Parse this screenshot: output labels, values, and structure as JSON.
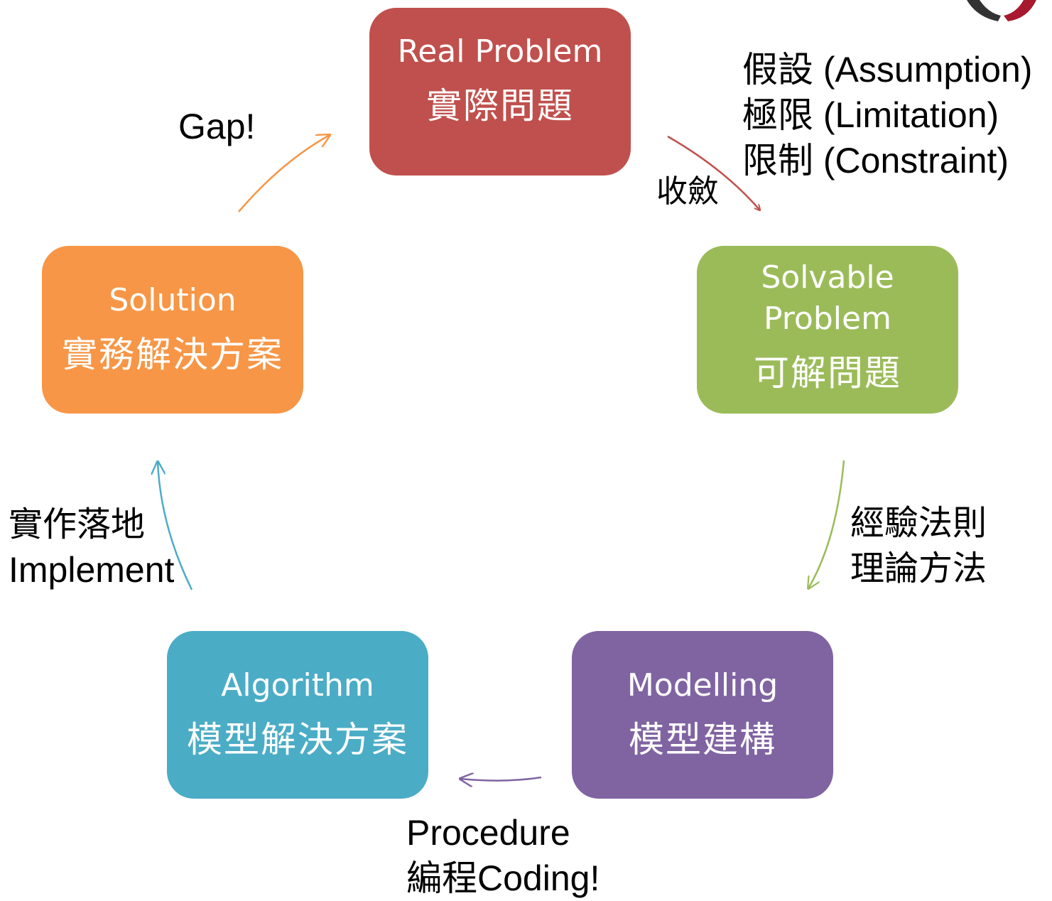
{
  "boxes": {
    "real_problem": {
      "en": "Real Problem",
      "zh": "實際問題",
      "color": "#C0504D"
    },
    "solvable_problem": {
      "en": "Solvable\nProblem",
      "zh": "可解問題",
      "color": "#9BBB59"
    },
    "modelling": {
      "en": "Modelling",
      "zh": "模型建構",
      "color": "#8064A2"
    },
    "algorithm": {
      "en": "Algorithm",
      "zh": "模型解決方案",
      "color": "#4BACC6"
    },
    "solution": {
      "en": "Solution",
      "zh": "實務解決方案",
      "color": "#F79646"
    }
  },
  "labels": {
    "assumptions": {
      "line1": "假設 (Assumption)",
      "line2": "極限 (Limitation)",
      "line3": "限制 (Constraint)"
    },
    "converge": "收斂",
    "methods": {
      "line1": "經驗法則",
      "line2": "理論方法"
    },
    "procedure": {
      "line1": "Procedure",
      "line2": "編程Coding!"
    },
    "implement": {
      "line1": "實作落地",
      "line2": "Implement"
    },
    "gap": "Gap!"
  },
  "arrow_colors": {
    "real_to_solvable": "#C0504D",
    "solvable_to_modelling": "#9BBB59",
    "modelling_to_algorithm": "#8064A2",
    "algorithm_to_solution": "#4BACC6",
    "solution_to_real": "#F79646"
  },
  "logo_colors": {
    "dark": "#333333",
    "red": "#A6192E"
  }
}
